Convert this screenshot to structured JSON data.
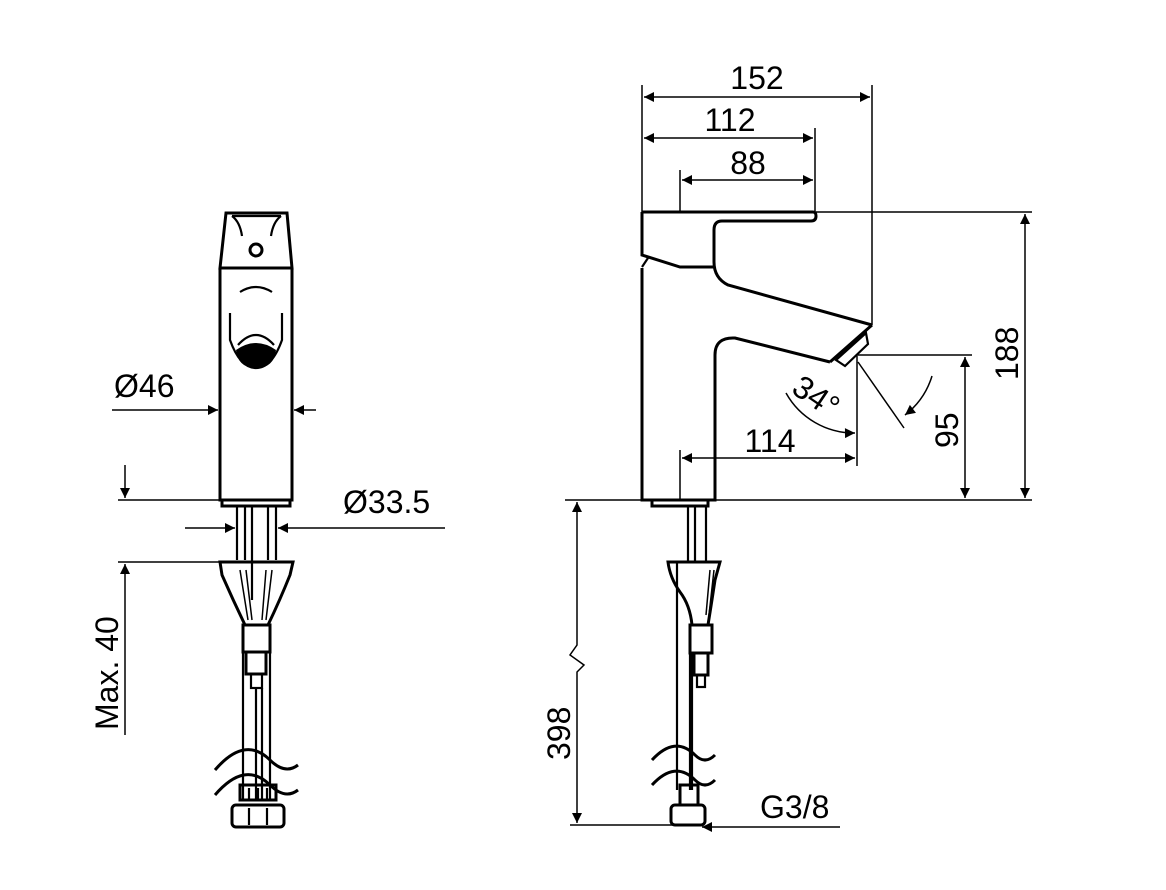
{
  "drawing": {
    "front_view": {
      "diameter_body": "Ø46",
      "diameter_shank": "Ø33.5",
      "max_thickness": "Max. 40"
    },
    "side_view": {
      "overall_length": "152",
      "lever_length": "112",
      "lever_offset": "88",
      "overall_height": "188",
      "spout_height": "95",
      "spout_reach": "114",
      "spout_angle": "34°",
      "hose_length": "398",
      "connection_thread": "G3/8"
    },
    "color": "#000000"
  }
}
